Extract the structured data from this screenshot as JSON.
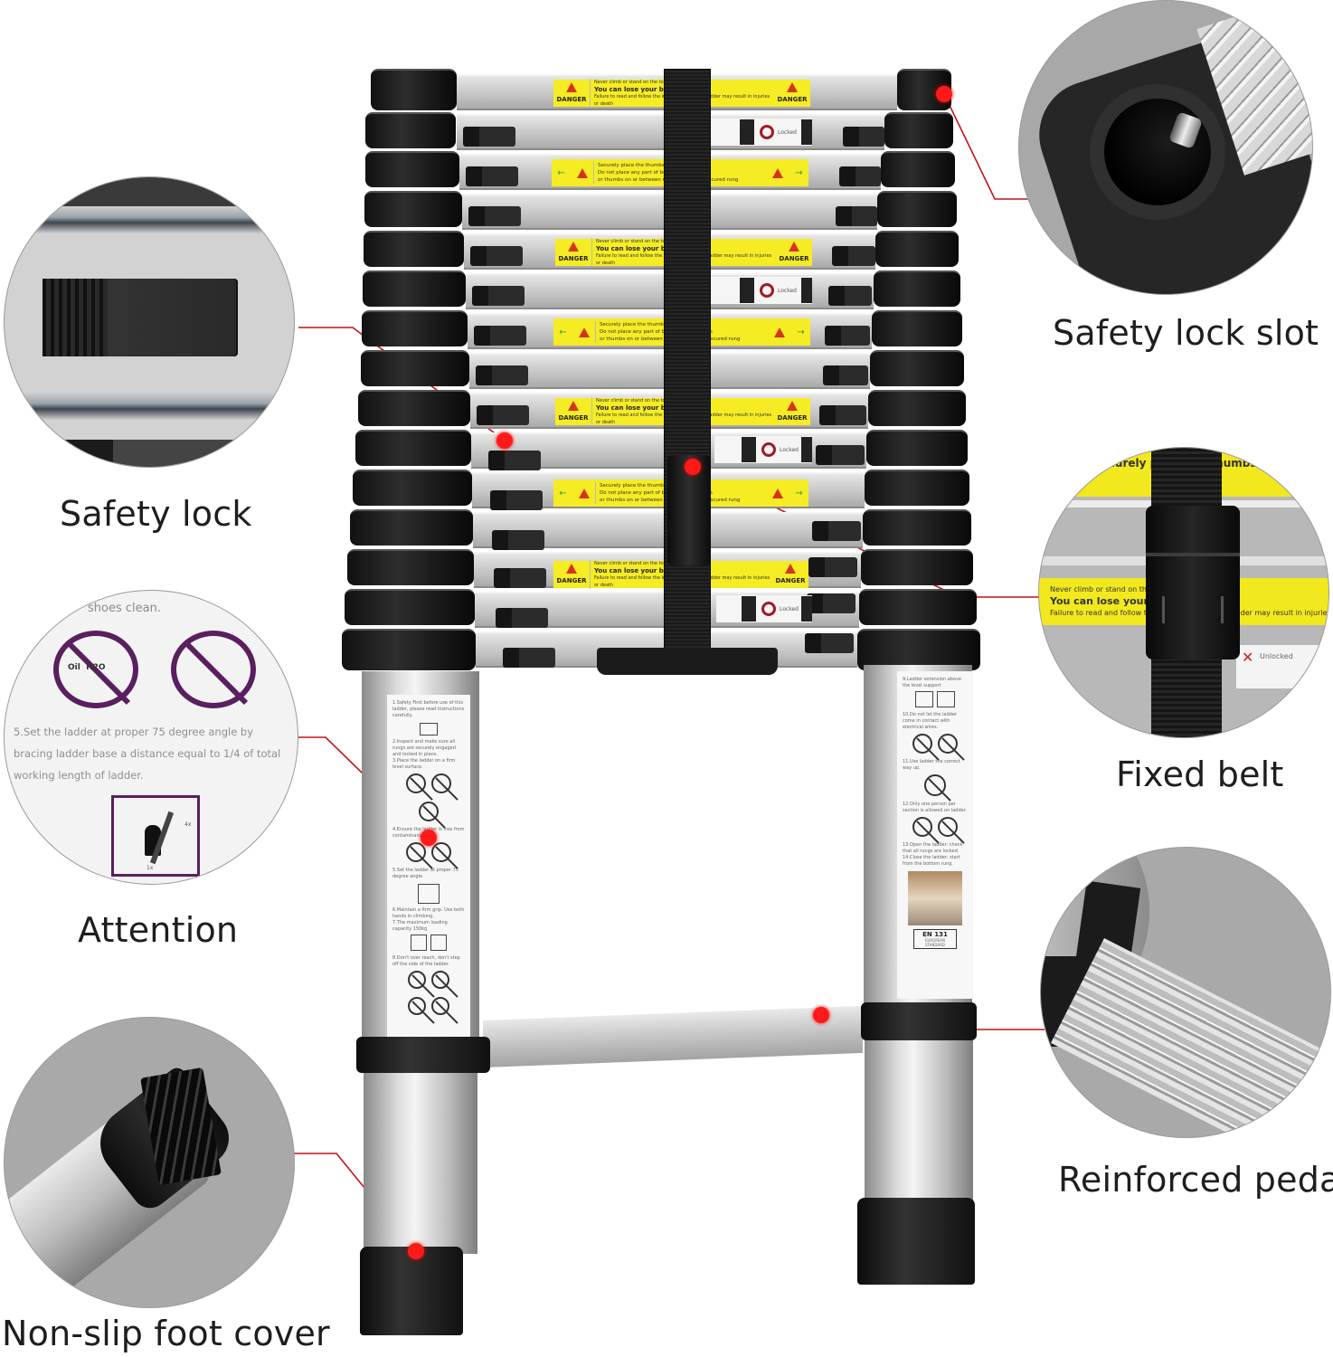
{
  "product": {
    "name": "Telescopic extension ladder",
    "strap_label": "belt",
    "colors": {
      "callout_dot": "#ff1a1a",
      "callout_line": "#c0121a",
      "sticker_yellow": "#f6ec24",
      "warning_red": "#d6331f",
      "caption_text": "#1e1e1e",
      "prohibited_purple": "#5a1f5e"
    }
  },
  "callouts": [
    {
      "id": "safety-lock-slot",
      "label": "Safety lock slot",
      "side": "right"
    },
    {
      "id": "safety-lock",
      "label": "Safety lock",
      "side": "left"
    },
    {
      "id": "fixed-belt",
      "label": "Fixed belt",
      "side": "right"
    },
    {
      "id": "attention",
      "label": "Attention",
      "side": "left"
    },
    {
      "id": "reinforced-pedal",
      "label": "Reinforced pedal",
      "side": "right"
    },
    {
      "id": "non-slip-foot-cover",
      "label": "Non-slip foot cover",
      "side": "left"
    }
  ],
  "stickers": {
    "danger_word": "DANGER",
    "danger_line1": "Never climb or stand on the top three rungs",
    "danger_line2": "You can lose your balance",
    "danger_line3": "Failure to read and follow the instructions on this ladder may result in injuries or death",
    "secure_line1": "Securely place the thumbs on the closing",
    "secure_line2": "Do not place any part of body, hands, fingers",
    "secure_line3": "or thumbs on or between rungs above last secured rung",
    "locked": "Locked",
    "unlocked": "Unlocked",
    "arrow_left": "←",
    "arrow_right": "→"
  },
  "attention_detail": {
    "heading": "shoes clean.",
    "step5": "5.Set the ladder at proper 75 degree angle by bracing ladder base a distance equal to 1/4 of total working length of ladder.",
    "symbol_left": "Oil  H2O",
    "ratio_label": "1x",
    "height_label": "4x"
  },
  "label_sheets": {
    "left": {
      "line1": "1.Safety First before use of this ladder, please read instructions carefully.",
      "line2": "2.Inspect and make sure all rungs are securely engaged and locked in place.",
      "line3": "3.Place the ladder on a firm level surface.",
      "line4": "4.Ensure the ladder is free from contaminants.",
      "line5": "5.Set the ladder at proper 75 degree angle.",
      "line6": "6.Maintain a firm grip. Use both hands in climbing.",
      "line7": "7.The maximum loading capacity 150kg",
      "line8": "8.Don't over reach, don't step off the side of the ladder."
    },
    "right": {
      "line9": "9.Ladder extension above the level support",
      "line10": "10.Do not let the ladder come in contact with electrical wires.",
      "line11": "11.Use ladder the correct way up.",
      "line12": "12.Only one person per section is allowed on ladder.",
      "line13": "13.Open the ladder: check that all rungs are locked.",
      "line14": "14.Close the ladder: start from the bottom rung.",
      "standard_code": "EN 131",
      "standard_text": "EUROPEAN STANDARD"
    }
  }
}
